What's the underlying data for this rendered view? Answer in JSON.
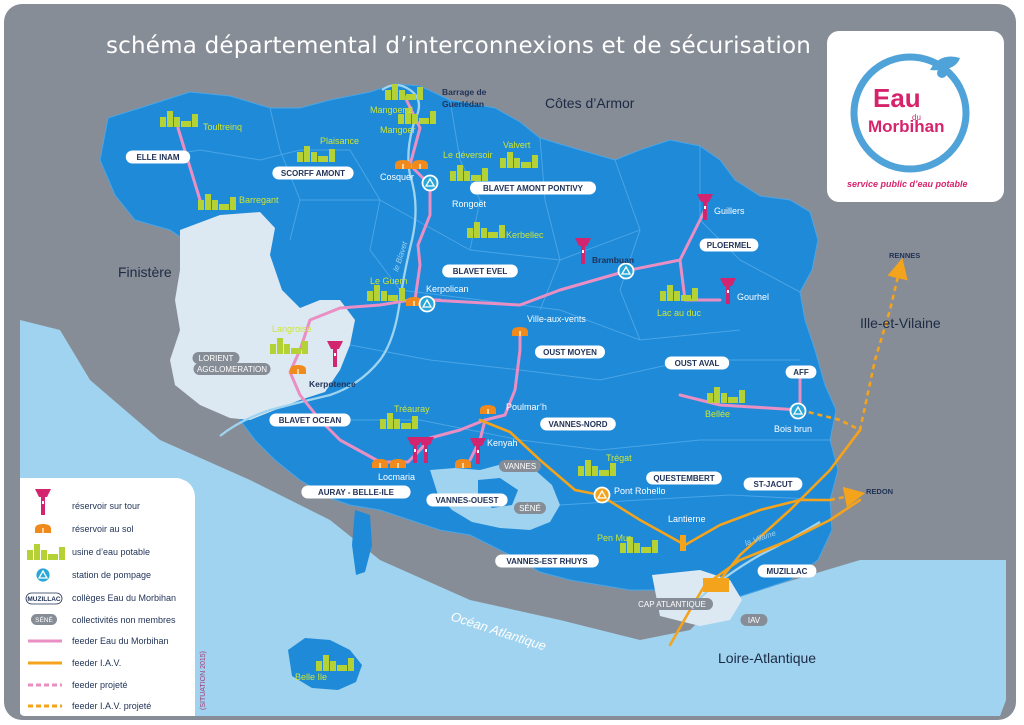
{
  "title": "schéma départemental d’interconnexions et de sécurisation",
  "logo": {
    "line1": "Eau",
    "line2": "du",
    "line3": "Morbihan",
    "tagline": "service public d’eau potable"
  },
  "regions": {
    "cotes_armor": "Côtes d’Armor",
    "finistere": "Finistère",
    "ille_vilaine": "Ille-et-Vilaine",
    "loire_atlantique": "Loire-Atlantique",
    "ocean": "Océan Atlantique"
  },
  "sites": {
    "toultreinq": "Toultreinq",
    "barregant": "Barregant",
    "plaisance": "Plaisance",
    "mangoer2": "Mangoer 2",
    "mangoer": "Mangoer",
    "barrage1": "Barrage de",
    "barrage2": "Guerlédan",
    "le_deversoir": "Le déversoir",
    "valvert": "Valvert",
    "cosquer": "Cosquer",
    "rongoet": "Rongoët",
    "kerbellec": "Kerbellec",
    "guillers": "Guillers",
    "brambuan": "Brambuan",
    "le_guern": "Le Guern",
    "kerpolican": "Kerpolican",
    "lac_au_duc": "Lac au duc",
    "gourhel": "Gourhel",
    "langroise": "Langroise",
    "kerpotence": "Kerpotence",
    "ville_aux_vents": "Ville-aux-vents",
    "treauray": "Tréauray",
    "poulmarh": "Poulmar’h",
    "kenyah": "Kenyah",
    "locmaria": "Locmaria",
    "bellee": "Bellée",
    "bois_brun": "Bois brun",
    "tregat": "Trégat",
    "pont_rohello": "Pont Rohello",
    "lantierne": "Lantierne",
    "pen_mur": "Pen Mur",
    "belle_ile": "Belle Ile",
    "la_vilaine": "la Vilaine",
    "le_blavet": "le Blavet",
    "rennes": "RENNES",
    "redon": "REDON"
  },
  "members": {
    "elle_inam": "ELLE INAM",
    "scorff_amont": "SCORFF AMONT",
    "blavet_amont_pontivy": "BLAVET AMONT PONTIVY",
    "ploermel": "PLOERMEL",
    "blavet_evel": "BLAVET EVEL",
    "oust_moyen": "OUST MOYEN",
    "oust_aval": "OUST AVAL",
    "aff": "AFF",
    "blavet_ocean": "BLAVET OCEAN",
    "vannes_nord": "VANNES-NORD",
    "auray_belle_ile": "AURAY - BELLE-ILE",
    "vannes_ouest": "VANNES-OUEST",
    "questembert": "QUESTEMBERT",
    "st_jacut": "ST-JACUT",
    "vannes_est_rhuys": "VANNES-EST RHUYS",
    "muzillac": "MUZILLAC"
  },
  "non_members": {
    "lorient1": "LORIENT",
    "lorient2": "AGGLOMERATION",
    "vannes": "VANNES",
    "sene": "SÉNÉ",
    "cap_atlantique": "CAP ATLANTIQUE",
    "iav": "IAV"
  },
  "legend": {
    "reservoir_tour": "réservoir sur tour",
    "reservoir_sol": "réservoir au sol",
    "usine": "usine d’eau potable",
    "pompage": "station de pompage",
    "colleges_sample": "MUZILLAC",
    "colleges": "collèges Eau du Morbihan",
    "collectivites_sample": "SÉNÉ",
    "collectivites": "collectivités non membres",
    "feeder_edm": "feeder Eau du Morbihan",
    "feeder_iav": "feeder I.A.V.",
    "feeder_projete": "feeder projeté",
    "feeder_iav_projete": "feeder I.A.V. projeté"
  },
  "situation": "(SITUATION 2015)",
  "colors": {
    "frame": "#878d96",
    "land": "#1e8ad8",
    "land_light": "#3d9ee3",
    "sea": "#9fd3ef",
    "lorient_zone": "#dde9f2",
    "pink": "#e98fc3",
    "orange": "#f3a31c",
    "green": "#b4d235",
    "magenta": "#d2246f",
    "reservoir_sol": "#f08a1c",
    "logo_blue": "#4fa3d9",
    "logo_pink": "#d6246c"
  },
  "icons": {
    "tower": "water-tower-icon",
    "ground": "ground-reservoir-icon",
    "plant": "treatment-plant-icon",
    "pump": "pumping-station-icon"
  }
}
